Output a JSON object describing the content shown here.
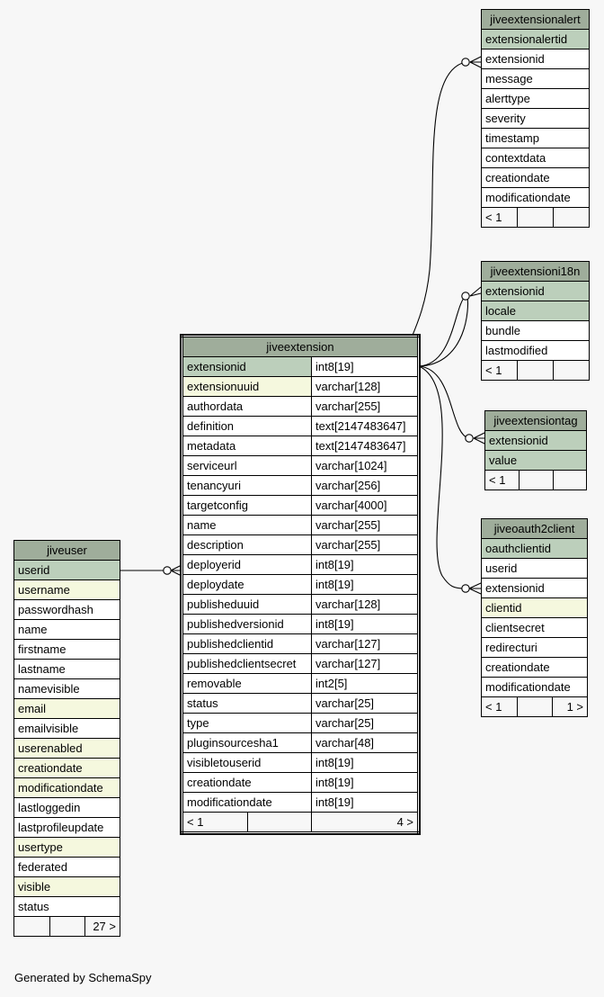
{
  "footer": "Generated by SchemaSpy",
  "tables": {
    "jiveextensionalert": {
      "title": "jiveextensionalert",
      "columns": [
        "extensionalertid",
        "extensionid",
        "message",
        "alerttype",
        "severity",
        "timestamp",
        "contextdata",
        "creationdate",
        "modificationdate"
      ],
      "footer": [
        "< 1",
        "",
        ""
      ]
    },
    "jiveextensioni18n": {
      "title": "jiveextensioni18n",
      "columns": [
        "extensionid",
        "locale",
        "bundle",
        "lastmodified"
      ],
      "footer": [
        "< 1",
        "",
        ""
      ]
    },
    "jiveextensiontag": {
      "title": "jiveextensiontag",
      "columns": [
        "extensionid",
        "value"
      ],
      "footer": [
        "< 1",
        "",
        ""
      ]
    },
    "jiveoauth2client": {
      "title": "jiveoauth2client",
      "columns": [
        "oauthclientid",
        "userid",
        "extensionid",
        "clientid",
        "clientsecret",
        "redirecturi",
        "creationdate",
        "modificationdate"
      ],
      "footer": [
        "< 1",
        "",
        "1 >"
      ]
    },
    "jiveuser": {
      "title": "jiveuser",
      "columns": [
        "userid",
        "username",
        "passwordhash",
        "name",
        "firstname",
        "lastname",
        "namevisible",
        "email",
        "emailvisible",
        "userenabled",
        "creationdate",
        "modificationdate",
        "lastloggedin",
        "lastprofileupdate",
        "usertype",
        "federated",
        "visible",
        "status"
      ],
      "footer": [
        "",
        "",
        "27 >"
      ]
    },
    "jiveextension": {
      "title": "jiveextension",
      "columns": [
        {
          "name": "extensionid",
          "type": "int8[19]"
        },
        {
          "name": "extensionuuid",
          "type": "varchar[128]"
        },
        {
          "name": "authordata",
          "type": "varchar[255]"
        },
        {
          "name": "definition",
          "type": "text[2147483647]"
        },
        {
          "name": "metadata",
          "type": "text[2147483647]"
        },
        {
          "name": "serviceurl",
          "type": "varchar[1024]"
        },
        {
          "name": "tenancyuri",
          "type": "varchar[256]"
        },
        {
          "name": "targetconfig",
          "type": "varchar[4000]"
        },
        {
          "name": "name",
          "type": "varchar[255]"
        },
        {
          "name": "description",
          "type": "varchar[255]"
        },
        {
          "name": "deployerid",
          "type": "int8[19]"
        },
        {
          "name": "deploydate",
          "type": "int8[19]"
        },
        {
          "name": "publisheduuid",
          "type": "varchar[128]"
        },
        {
          "name": "publishedversionid",
          "type": "int8[19]"
        },
        {
          "name": "publishedclientid",
          "type": "varchar[127]"
        },
        {
          "name": "publishedclientsecret",
          "type": "varchar[127]"
        },
        {
          "name": "removable",
          "type": "int2[5]"
        },
        {
          "name": "status",
          "type": "varchar[25]"
        },
        {
          "name": "type",
          "type": "varchar[25]"
        },
        {
          "name": "pluginsourcesha1",
          "type": "varchar[48]"
        },
        {
          "name": "visibletouserid",
          "type": "int8[19]"
        },
        {
          "name": "creationdate",
          "type": "int8[19]"
        },
        {
          "name": "modificationdate",
          "type": "int8[19]"
        }
      ],
      "footer": [
        "< 1",
        "",
        "4 >"
      ]
    }
  }
}
